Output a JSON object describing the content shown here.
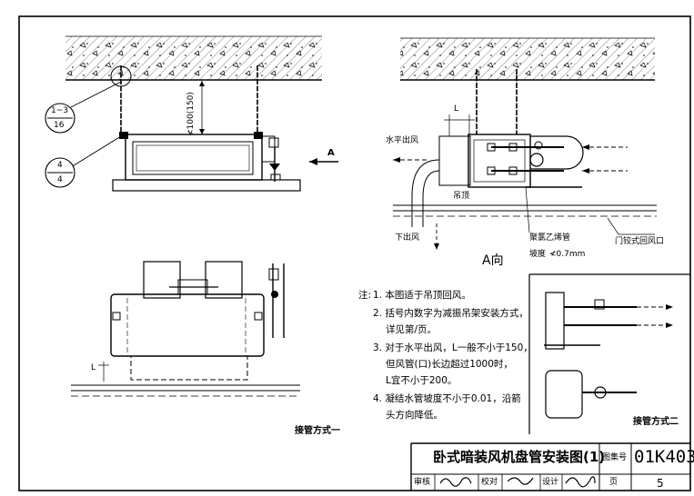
{
  "labels": {
    "callout_top_num": "1~3",
    "callout_top_den": "16",
    "callout_mid_num": "4",
    "callout_mid_den": "4",
    "dimension_text": "≮100(150)",
    "arrow_label_a": "A",
    "horizontal_outlet": "水平出风",
    "dim_l_top": "L",
    "ceiling": "吊顶",
    "down_outlet": "下出风",
    "pipe_label": "聚氯乙烯管",
    "slope_label": "坡度",
    "slope_value": "≮0.7mm",
    "return_grille": "门铰式回风口",
    "view_a": "A向",
    "dim_l_bottom": "L",
    "method_one": "接管方式一",
    "method_two": "接管方式二"
  },
  "notes": {
    "prefix": "注:",
    "items": [
      "1. 本图适于吊顶回风。",
      "2. 括号内数字为减振吊架安装方式，",
      "详见第/页。",
      "3. 对于水平出风，L一般不小于150，",
      "但风管(口)长边超过1000时，",
      "L宜不小于200。",
      "4. 凝结水管坡度不小于0.01，沿箭",
      "头方向降低。"
    ]
  },
  "title_block": {
    "title": "卧式暗装风机盘管安装图(1)",
    "atlas_label": "图集号",
    "atlas_number": "01K403",
    "review_label": "审核",
    "check_label": "校对",
    "design_label": "设计",
    "page_label": "页",
    "page_number": "5"
  }
}
